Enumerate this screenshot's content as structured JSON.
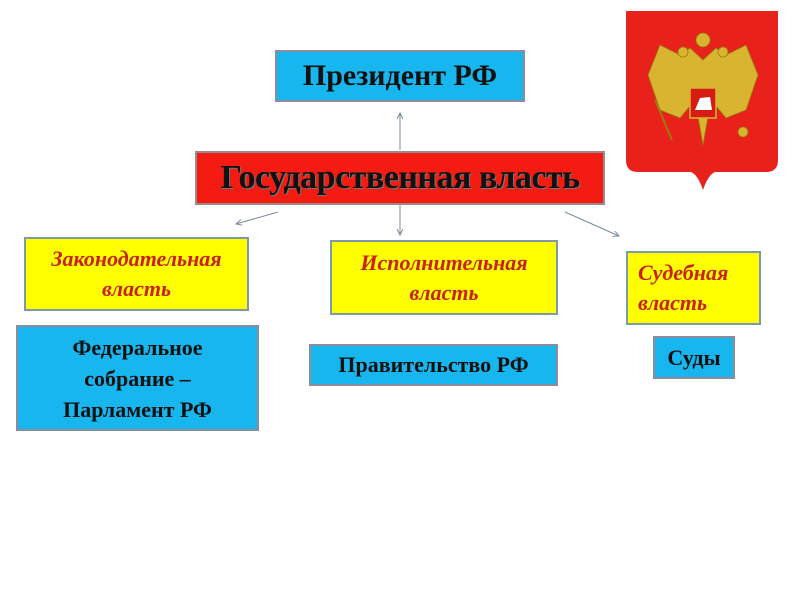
{
  "top": {
    "president": "Президент РФ",
    "state_power": "Государственная власть"
  },
  "branches": [
    {
      "name": "Законодательная власть",
      "line1": "Законодательная",
      "line2": "власть",
      "body_lines": [
        "Федеральное",
        "собрание –",
        "Парламент РФ"
      ]
    },
    {
      "name": "Исполнительная власть",
      "line1": "Исполнительная",
      "line2": "власть",
      "body_lines": [
        "Правительство РФ"
      ]
    },
    {
      "name": "Судебная власть",
      "line1": "Судебная",
      "line2": "власть",
      "body_lines": [
        "Суды"
      ]
    }
  ],
  "colors": {
    "blue": "#17b6ee",
    "yellow": "#ffff00",
    "red": "#f41c12",
    "branch_text": "#c8231b"
  }
}
